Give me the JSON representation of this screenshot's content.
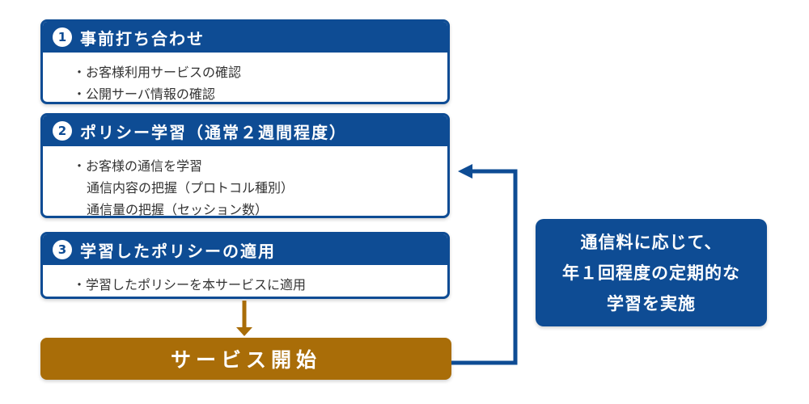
{
  "colors": {
    "primary_blue": "#0e4c94",
    "accent_orange": "#a96d08",
    "body_text": "#333333"
  },
  "steps": [
    {
      "number": "1",
      "title": "事前打ち合わせ",
      "lines": [
        "・お客様利用サービスの確認",
        "・公開サーバ情報の確認"
      ]
    },
    {
      "number": "2",
      "title": "ポリシー学習（通常２週間程度）",
      "lines": [
        "・お客様の通信を学習",
        "通信内容の把握（プロトコル種別）",
        "通信量の把握（セッション数）"
      ]
    },
    {
      "number": "3",
      "title": "学習したポリシーの適用",
      "lines": [
        "・学習したポリシーを本サービスに適用"
      ]
    }
  ],
  "service_start": {
    "label": "サービス開始"
  },
  "note": {
    "lines": [
      "通信料に応じて、",
      "年１回程度の定期的な",
      "学習を実施"
    ]
  }
}
